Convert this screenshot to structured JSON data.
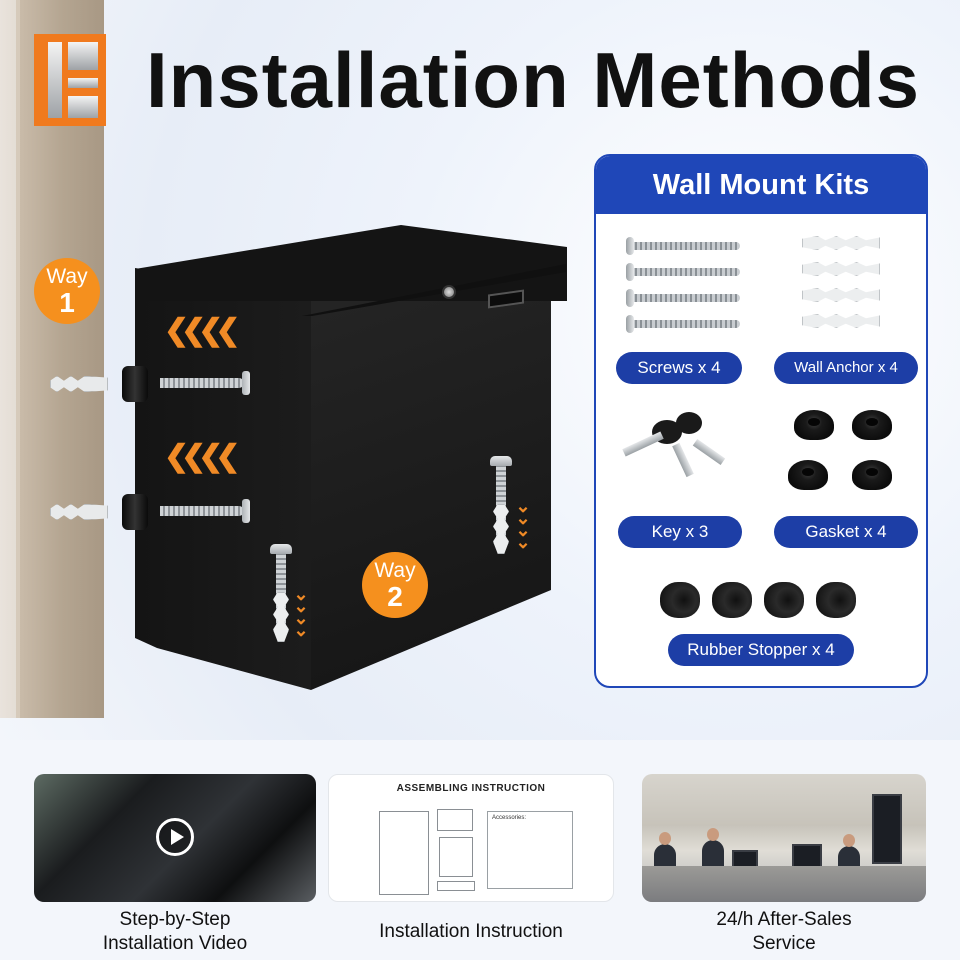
{
  "header": {
    "title": "Installation Methods"
  },
  "methods": {
    "way1": {
      "word": "Way",
      "number": "1"
    },
    "way2": {
      "word": "Way",
      "number": "2"
    }
  },
  "kit": {
    "title": "Wall Mount Kits",
    "items": [
      {
        "label": "Screws x 4",
        "icon": "screw-icon"
      },
      {
        "label": "Wall Anchor x 4",
        "icon": "wall-anchor-icon"
      },
      {
        "label": "Key x 3",
        "icon": "key-icon"
      },
      {
        "label": "Gasket x 4",
        "icon": "gasket-icon"
      },
      {
        "label": "Rubber Stopper x 4",
        "icon": "rubber-stopper-icon"
      }
    ]
  },
  "cards": [
    {
      "caption_line1": "Step-by-Step",
      "caption_line2": "Installation Video",
      "icon": "play-icon"
    },
    {
      "caption": "Installation Instruction",
      "doc_title": "ASSEMBLING INSTRUCTION",
      "doc_label": "Accessories:"
    },
    {
      "caption_line1": "24/h After-Sales",
      "caption_line2": "Service"
    }
  ],
  "colors": {
    "accent_orange": "#f5901e",
    "kit_blue": "#1f47b8",
    "pill_blue": "#1d3ea6"
  }
}
